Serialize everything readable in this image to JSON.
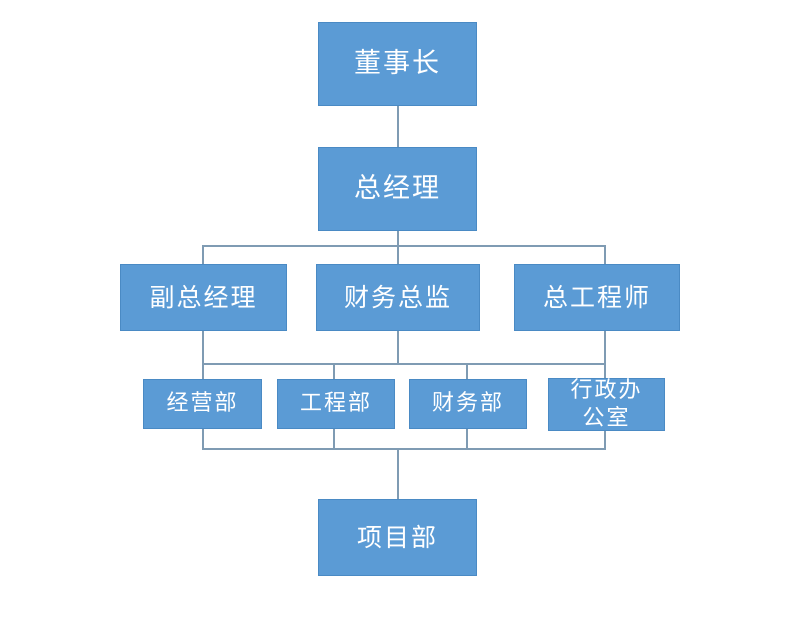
{
  "chart_data": {
    "type": "diagram",
    "diagram_type": "org-chart",
    "title": "",
    "orientation": "top-down",
    "colors": {
      "node_fill": "#5B9BD5",
      "node_border": "#4A8AC4",
      "node_text": "#FFFFFF",
      "connector": "#7F9BB3",
      "background": "#FFFFFF"
    },
    "levels": [
      {
        "level": 1,
        "nodes": [
          "董事长"
        ]
      },
      {
        "level": 2,
        "nodes": [
          "总经理"
        ]
      },
      {
        "level": 3,
        "nodes": [
          "副总经理",
          "财务总监",
          "总工程师"
        ]
      },
      {
        "level": 4,
        "nodes": [
          "经营部",
          "工程部",
          "财务部",
          "行政办公室"
        ]
      },
      {
        "level": 5,
        "nodes": [
          "项目部"
        ]
      }
    ],
    "edges": [
      {
        "from": "董事长",
        "to": "总经理"
      },
      {
        "from": "总经理",
        "to": "副总经理"
      },
      {
        "from": "总经理",
        "to": "财务总监"
      },
      {
        "from": "总经理",
        "to": "总工程师"
      },
      {
        "from": "副总经理",
        "to": "经营部"
      },
      {
        "from": "副总经理",
        "to": "工程部"
      },
      {
        "from": "财务总监",
        "to": "财务部"
      },
      {
        "from": "总工程师",
        "to": "行政办公室"
      },
      {
        "from": "经营部",
        "to": "项目部"
      },
      {
        "from": "工程部",
        "to": "项目部"
      },
      {
        "from": "财务部",
        "to": "项目部"
      },
      {
        "from": "行政办公室",
        "to": "项目部"
      }
    ]
  },
  "nodes": {
    "chairman": {
      "label": "董事长"
    },
    "general_manager": {
      "label": "总经理"
    },
    "deputy_general_manager": {
      "label": "副总经理"
    },
    "finance_director": {
      "label": "财务总监"
    },
    "chief_engineer": {
      "label": "总工程师"
    },
    "operations_dept": {
      "label": "经营部"
    },
    "engineering_dept": {
      "label": "工程部"
    },
    "finance_dept": {
      "label": "财务部"
    },
    "admin_office": {
      "label": "行政办\n公室"
    },
    "project_dept": {
      "label": "项目部"
    }
  }
}
